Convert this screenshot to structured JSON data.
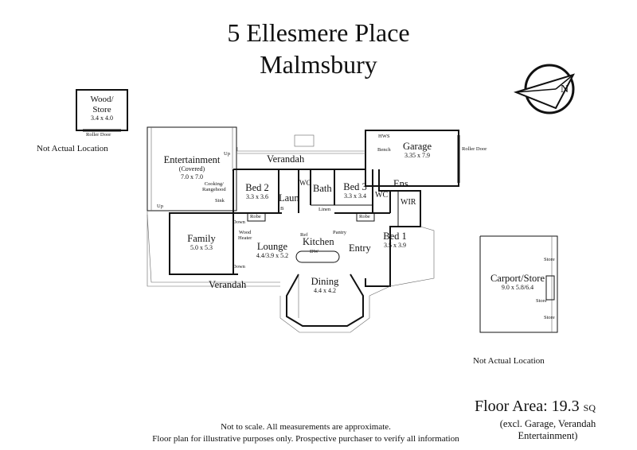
{
  "header": {
    "line1": "5 Ellesmere Place",
    "line2": "Malmsbury"
  },
  "wood_store": {
    "name": "Wood/\nStore",
    "dims": "3.4 x 4.0",
    "door": "Roller Door"
  },
  "not_actual_left": "Not Actual Location",
  "not_actual_right": "Not Actual Location",
  "rooms": {
    "entertainment": {
      "name": "Entertainment",
      "sub": "(Covered)",
      "dims": "7.0 x 7.0"
    },
    "cooking": "Cooking/\nRangehood",
    "sink": "Sink",
    "bed2": {
      "name": "Bed 2",
      "dims": "3.3 x 3.6"
    },
    "verandah_top": "Verandah",
    "laun": "Laun",
    "wc1": "WC",
    "bath": "Bath",
    "bed3": {
      "name": "Bed 3",
      "dims": "3.3 x 3.4"
    },
    "linen": "Linen",
    "wc2": "WC",
    "ens": "Ens",
    "wir": "WIR",
    "garage": {
      "name": "Garage",
      "dims": "3.35 x 7.9"
    },
    "hws": "HWS",
    "bench": "Bench",
    "roller_door": "Roller Door",
    "family": {
      "name": "Family",
      "dims": "5.0 x 5.3"
    },
    "wood_heater": "Wood\nHeater",
    "lounge": {
      "name": "Lounge",
      "dims": "4.4/3.9 x 5.2"
    },
    "kitchen": "Kitchen",
    "dw": "DW",
    "ref": "Ref",
    "pantry": "Pantry",
    "entry": "Entry",
    "bed1": {
      "name": "Bed 1",
      "dims": "3.5 x 3.9"
    },
    "dining": {
      "name": "Dining",
      "dims": "4.4 x 4.2"
    },
    "verandah_bottom": "Verandah",
    "robe1": "Robe",
    "robe2": "Robe",
    "b_label": "B",
    "carport": {
      "name": "Carport/Store",
      "dims": "9.0 x 5.8/6.4"
    },
    "store1": "Store",
    "store2": "Store",
    "store3": "Store"
  },
  "labels": {
    "up1": "Up",
    "up2": "Up",
    "down1": "Down",
    "down2": "Down"
  },
  "floor_area": {
    "main": "Floor Area: 19.3",
    "unit": "SQ",
    "excl1": "(excl. Garage, Verandah",
    "excl2": "Entertainment)"
  },
  "footer": {
    "line1": "Not to scale. All measurements are approximate.",
    "line2": "Floor plan for illustrative purposes only. Prospective purchaser to verify all information"
  }
}
